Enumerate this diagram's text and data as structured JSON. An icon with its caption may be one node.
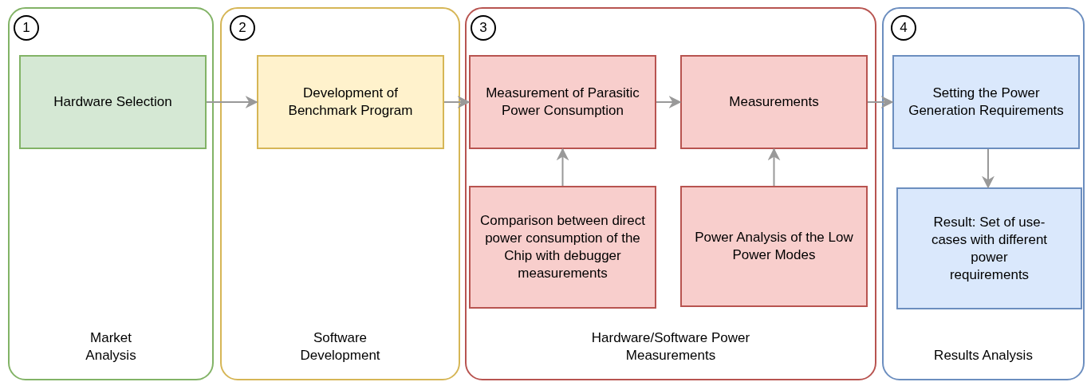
{
  "diagram": {
    "nodes": [
      {
        "text": [
          "Market Analysis"
        ]
      },
      {
        "text": [
          "1"
        ],
        "in": 0
      },
      {
        "text": [
          "Hardware Selection"
        ],
        "in": 0
      },
      {
        "text": [
          "Software Development"
        ]
      },
      {
        "text": [
          "2"
        ],
        "in": 3
      },
      {
        "text": [
          "Development of Benchmark Program"
        ],
        "in": 3
      },
      {
        "text": [
          "Hardware/Software Power Measurements"
        ]
      },
      {
        "text": [
          "3"
        ],
        "in": 6
      },
      {
        "text": [
          "Measurement of Parasitic Power Consumption"
        ],
        "in": 6
      },
      {
        "text": [
          "Measurements"
        ],
        "in": 6
      },
      {
        "text": [
          "Comparison between direct power consumption of the Chip with debugger measurements"
        ],
        "in": 6
      },
      {
        "text": [
          "Power Analysis of the Low Power Modes"
        ],
        "in": 6
      },
      {
        "text": [
          "Results Analysis"
        ]
      },
      {
        "text": [
          "4"
        ],
        "in": 12
      },
      {
        "text": [
          "Setting the Power Generation Requirements"
        ],
        "in": 12
      },
      {
        "text": [
          "Result: Set of use-cases with different power requirements"
        ],
        "in": 12
      }
    ],
    "edges": [
      {
        "from": 2,
        "to": 5,
        "arrow": "to"
      },
      {
        "from": 5,
        "to": 8,
        "arrow": "to"
      },
      {
        "from": 8,
        "to": 9,
        "arrow": "to"
      },
      {
        "from": 9,
        "to": 14,
        "arrow": "to"
      },
      {
        "from": 10,
        "to": 8,
        "arrow": "to"
      },
      {
        "from": 11,
        "to": 9,
        "arrow": "to"
      },
      {
        "from": 14,
        "to": 15,
        "arrow": "to"
      }
    ]
  }
}
